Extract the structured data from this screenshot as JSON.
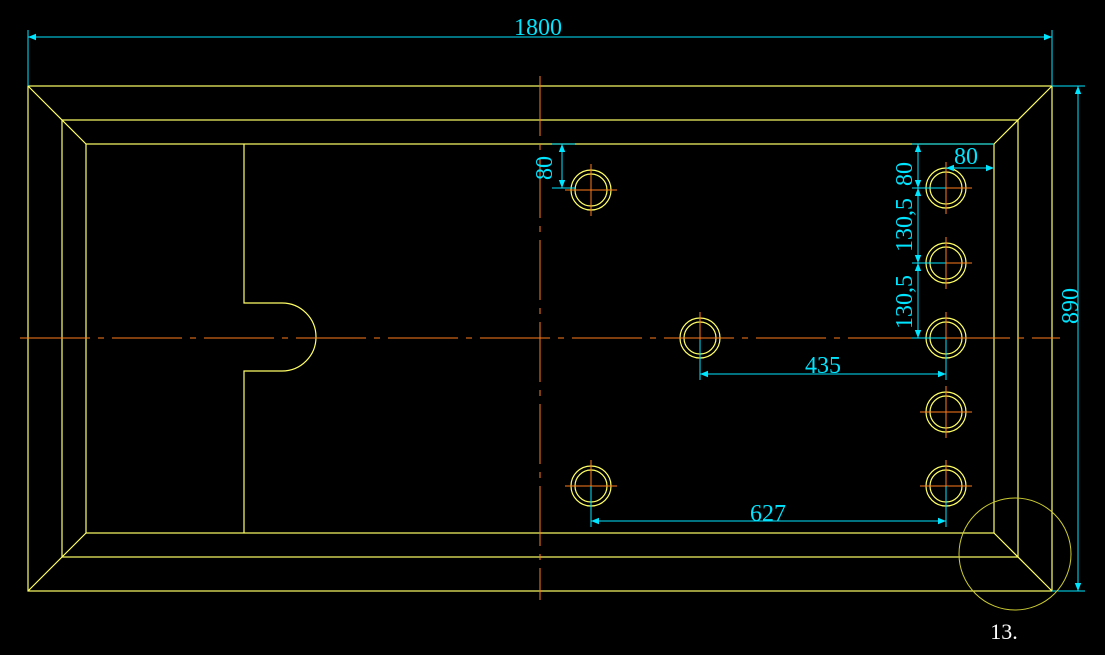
{
  "colors": {
    "background": "#000000",
    "outline": "#ffff66",
    "dimension": "#00e5ff",
    "centerline": "#ff7a1a",
    "detail_circle": "#cccc33",
    "note": "#ffffff"
  },
  "dimensions": {
    "overall_width": "1800",
    "overall_height": "890",
    "hole_top_offset": "80",
    "hole_right_offset": "80",
    "edge_offset": "80",
    "spacing_a": "130,5",
    "spacing_b": "130,5",
    "center_hole_distance": "435",
    "bottom_hole_distance": "627"
  },
  "note_label": "13."
}
